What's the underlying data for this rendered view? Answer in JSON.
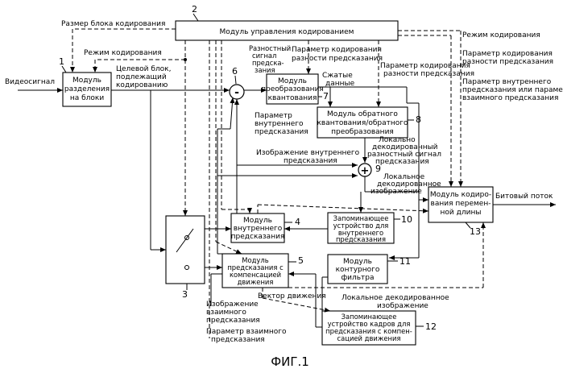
{
  "figure_caption": "ФИГ.1",
  "blocks": {
    "control": {
      "label": "Модуль управления кодированием",
      "num": "2"
    },
    "divider": {
      "lines": [
        "Модуль",
        "разделения",
        "на блоки"
      ],
      "num": "1"
    },
    "transform": {
      "lines": [
        "Модуль",
        "преобразования",
        "квантования"
      ],
      "num": "7"
    },
    "inverse": {
      "lines": [
        "Модуль обратного",
        "квантования/обратного",
        "преобразования"
      ],
      "num": "8"
    },
    "vlc": {
      "lines": [
        "Модуль кодиро-",
        "вания перемен-",
        "ной длины"
      ],
      "num": "13"
    },
    "intra": {
      "lines": [
        "Модуль",
        "внутреннего",
        "предсказания"
      ],
      "num": "4"
    },
    "intra_mem": {
      "lines": [
        "Запоминающее",
        "устройство для",
        "внутреннего",
        "предсказания"
      ],
      "num": "10"
    },
    "mc": {
      "lines": [
        "Модуль",
        "предсказания с",
        "компенсацией",
        "движения"
      ],
      "num": "5"
    },
    "loop_filter": {
      "lines": [
        "Модуль",
        "контурного",
        "фильтра"
      ],
      "num": "11"
    },
    "frame_mem": {
      "lines": [
        "Запоминающее",
        "устройство кадров для",
        "предсказания с компен-",
        "сацией движения"
      ],
      "num": "12"
    },
    "switch": {
      "num": "3"
    },
    "subtractor": {
      "symbol": "-",
      "num": "6"
    },
    "adder": {
      "symbol": "+",
      "num": "9"
    }
  },
  "labels": {
    "video_in": "Видеосигнал",
    "block_size": "Размер блока кодирования",
    "mode_left": "Режим кодирования",
    "target_block": [
      "Целевой блок,",
      "подлежащий",
      "кодированию"
    ],
    "residual": [
      "Разностный",
      "сигнал",
      "предска-",
      "зания"
    ],
    "diff_param_top": [
      "Параметр кодирования",
      "разности предсказания"
    ],
    "compressed": [
      "Сжатые",
      "данные"
    ],
    "diff_param_mid": [
      "Параметр кодирования",
      "разности предсказания"
    ],
    "intra_param": [
      "Параметр",
      "внутреннего",
      "предсказания"
    ],
    "local_residual": [
      "Локально",
      "декодированный",
      "разностный сигнал",
      "предсказания"
    ],
    "intra_image": [
      "Изображение внутреннего",
      "предсказания"
    ],
    "local_image": [
      "Локальное",
      "декодированное",
      "изображение"
    ],
    "mode_right": "Режим кодирования",
    "diff_param_right": [
      "Параметр кодирования",
      "разности предсказания"
    ],
    "pred_param_right": [
      "Параметр внутреннего",
      "предсказания или параметр",
      "взаимного предсказания"
    ],
    "bitstream": "Битовый поток",
    "inter_image": [
      "Изображение",
      "взаимного",
      "предсказания"
    ],
    "motion_vector": "Вектор движения",
    "inter_param": [
      "Параметр взаимного",
      "предсказания"
    ],
    "local_image_bottom": [
      "Локальное декодированное",
      "изображение"
    ]
  }
}
